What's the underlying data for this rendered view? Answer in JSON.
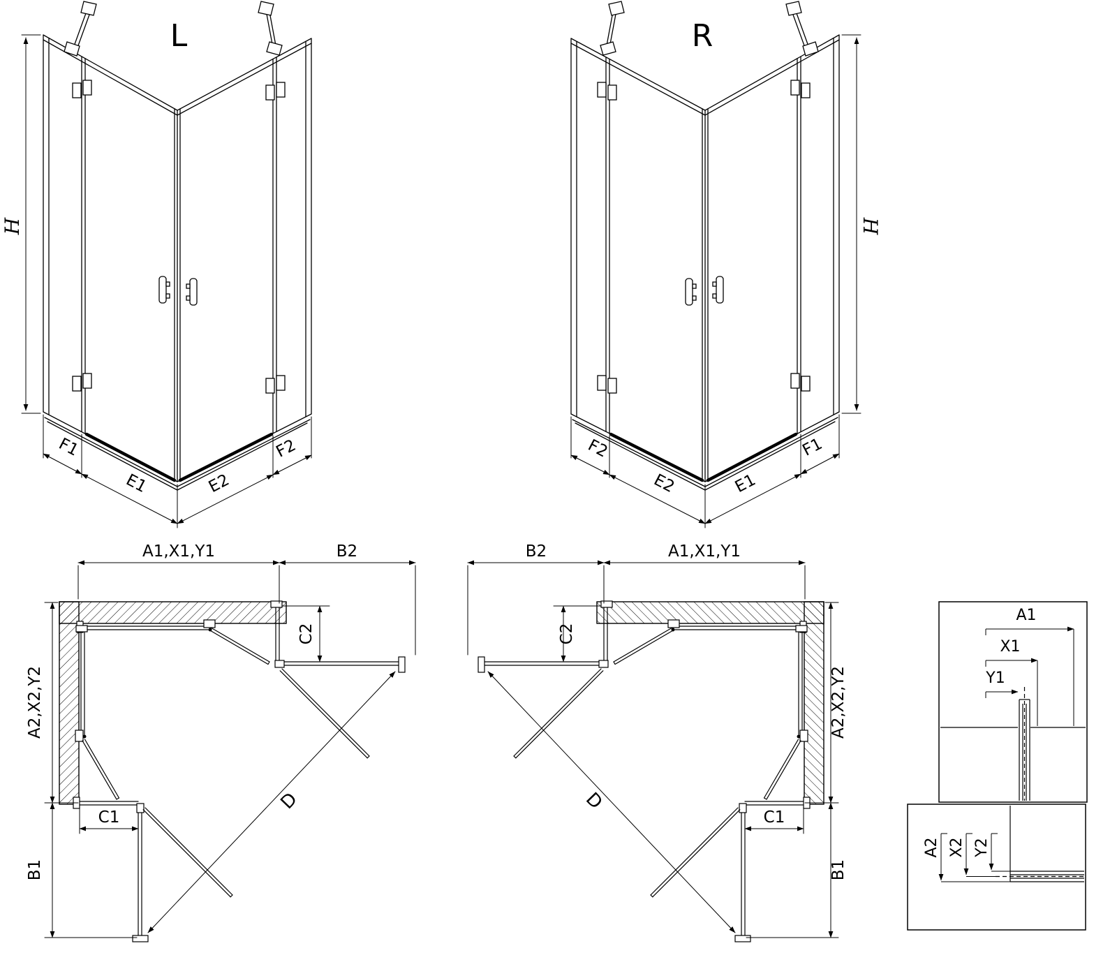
{
  "figure": {
    "background": "#ffffff",
    "line_color": "#000000"
  },
  "iso_views": {
    "left": {
      "title": "L",
      "height_label": "H",
      "bottom_dims": [
        "F1",
        "E1",
        "E2",
        "F2"
      ]
    },
    "right": {
      "title": "R",
      "height_label": "H",
      "bottom_dims": [
        "F2",
        "E2",
        "E1",
        "F1"
      ]
    }
  },
  "plan_views": {
    "left": {
      "top_width_dim": "A1,X1,Y1",
      "return_width_dim": "B2",
      "corner_offset_dim": "C2",
      "side_height_dim": "A2,X2,Y2",
      "door_width_dim": "C1",
      "return_height_dim": "B1",
      "entry_diagonal_dim": "D"
    },
    "right": {
      "top_width_dim": "A1,X1,Y1",
      "return_width_dim": "B2",
      "corner_offset_dim": "C2",
      "side_height_dim": "A2,X2,Y2",
      "door_width_dim": "C1",
      "return_height_dim": "B1",
      "entry_diagonal_dim": "D"
    }
  },
  "detail_views": {
    "top": {
      "dims": [
        "A1",
        "X1",
        "Y1"
      ]
    },
    "bottom": {
      "dims": [
        "A2",
        "X2",
        "Y2"
      ]
    }
  }
}
